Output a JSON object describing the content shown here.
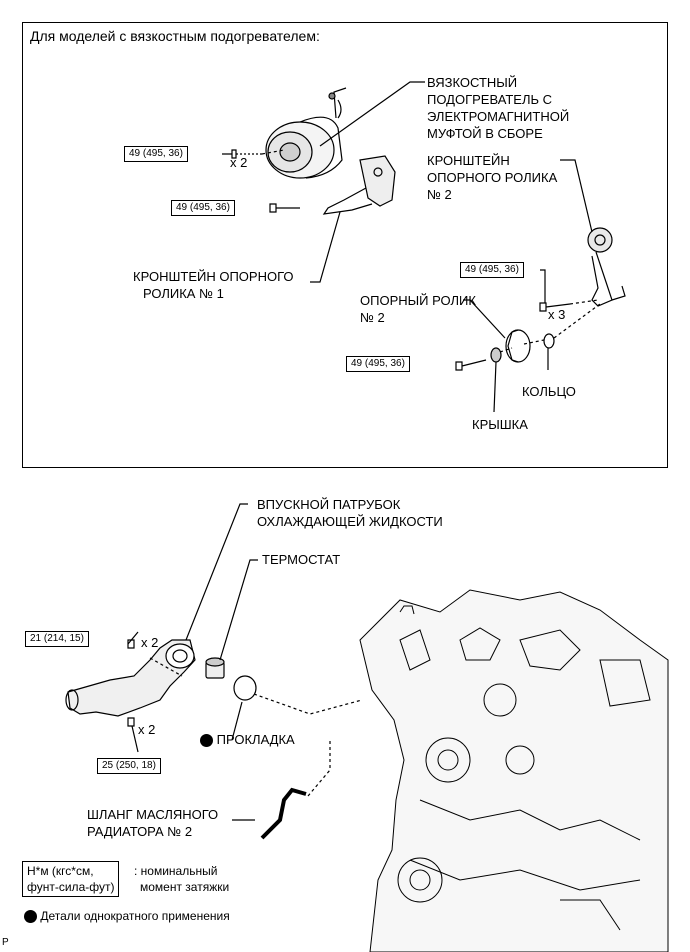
{
  "top_section": {
    "heading": "Для моделей с вязкостным подогревателем:",
    "viscous_heater": [
      "ВЯЗКОСТНЫЙ",
      "ПОДОГРЕВАТЕЛЬ С",
      "ЭЛЕКТРОМАГНИТНОЙ",
      "МУФТОЙ В СБОРЕ"
    ],
    "idler_bracket_2": [
      "КРОНШТЕЙН",
      "ОПОРНОГО РОЛИКА",
      "№ 2"
    ],
    "idler_bracket_1": [
      "КРОНШТЕЙН ОПОРНОГО",
      "РОЛИКА № 1"
    ],
    "idler_pulley_2": [
      "ОПОРНЫЙ РОЛИК",
      "№ 2"
    ],
    "ring": "КОЛЬЦО",
    "cover": "КРЫШКА",
    "torques": {
      "heater_bolts": "49 (495, 36)",
      "bracket1_bolt": "49 (495, 36)",
      "bracket2_bolts": "49 (495, 36)",
      "pulley_bolt": "49 (495, 36)"
    },
    "qty": {
      "heater": "x 2",
      "bracket2": "x 3"
    }
  },
  "bottom_section": {
    "water_inlet": [
      "ВПУСКНОЙ ПАТРУБОК",
      "ОХЛАЖДАЮЩЕЙ ЖИДКОСТИ"
    ],
    "thermostat": "ТЕРМОСТАТ",
    "gasket": "ПРОКЛАДКА",
    "oil_cooler_hose": [
      "ШЛАНГ МАСЛЯНОГО",
      "РАДИАТОРА № 2"
    ],
    "torques": {
      "inlet_upper": "21 (214, 15)",
      "inlet_lower": "25 (250, 18)"
    },
    "qty": {
      "upper": "x 2",
      "lower": "x 2"
    }
  },
  "legend": {
    "unit": [
      "Н*м (кгс*см,",
      "фунт-сила-фут)"
    ],
    "unit_desc": [
      ": номинальный",
      "момент затяжки"
    ],
    "non_reusable": "Детали однократного применения"
  },
  "footer_mark": "P"
}
